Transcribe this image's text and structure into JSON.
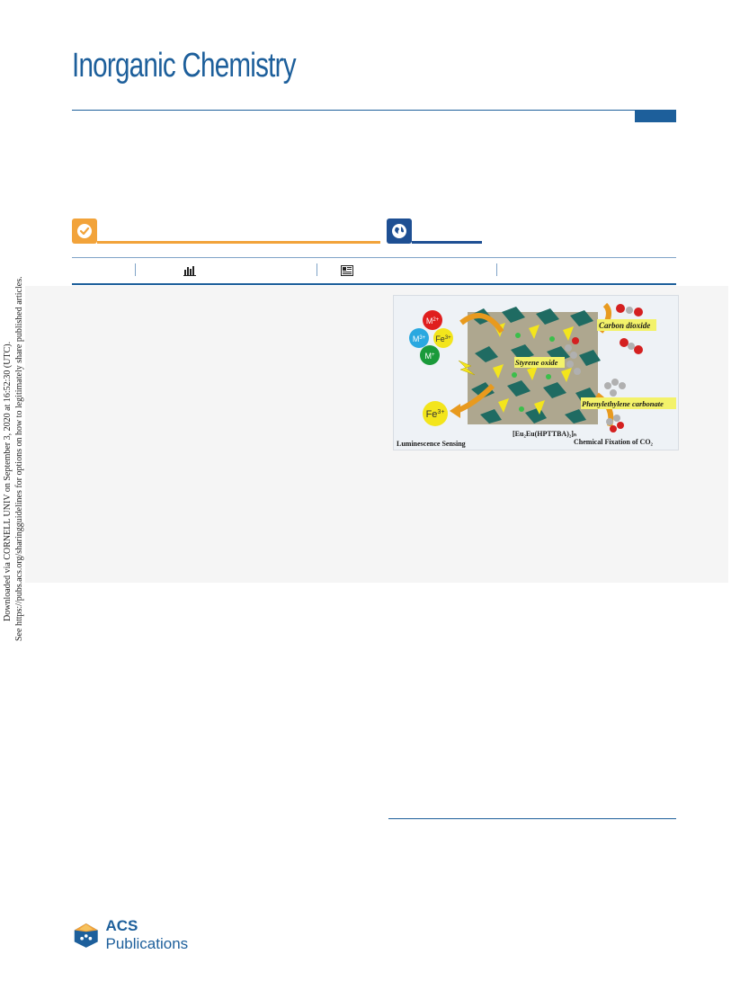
{
  "journal": {
    "title": "Inorganic Chemistry"
  },
  "colors": {
    "brand_blue": "#1d5f9b",
    "open_access_orange": "#f2a33a",
    "world_blue": "#1e4f93",
    "abstract_bg": "#f5f5f5"
  },
  "badges": {
    "open_icon": "check-circle-icon",
    "world_icon": "globe-icon"
  },
  "metrics": {
    "icons": [
      "bar-chart-icon",
      "article-icon"
    ]
  },
  "graphic": {
    "labels": {
      "m2": "M",
      "m2_sup": "2+",
      "m3": "M",
      "m3_sup": "3+",
      "fe": "Fe",
      "fe_sup": "3+",
      "mplus": "M",
      "mplus_sup": "+",
      "fe_bottom": "Fe",
      "fe_bottom_sup": "3+",
      "carbon_dioxide": "Carbon dioxide",
      "styrene_oxide": "Styrene oxide",
      "phenylethylene_carbonate": "Phenylethylene carbonate",
      "framework": "[Eu₂Eu(HPTTBA)₂]ₙ",
      "luminescence": "Luminescence Sensing",
      "fixation": "Chemical Fixation of CO₂"
    }
  },
  "side_note": {
    "line1": "Downloaded via CORNELL UNIV on September 3, 2020 at 16:52:30 (UTC).",
    "line2": "See https://pubs.acs.org/sharingguidelines for options on how to legitimately share published articles."
  },
  "footer": {
    "publisher_prefix": "ACS",
    "publisher_suffix": " Publications"
  }
}
